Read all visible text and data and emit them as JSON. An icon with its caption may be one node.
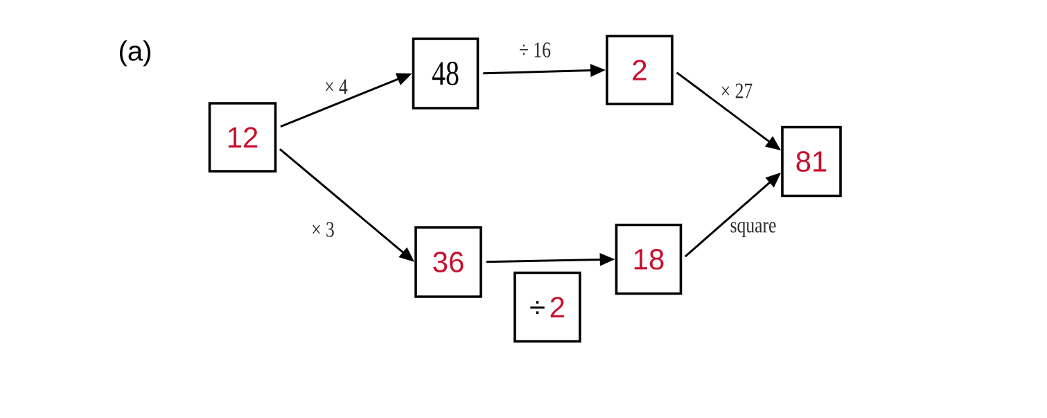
{
  "diagram": {
    "nodes": [
      {
        "text": [
          "12"
        ]
      },
      {
        "text": [
          "48"
        ]
      },
      {
        "text": [
          "2"
        ]
      },
      {
        "text": [
          "81"
        ]
      },
      {
        "text": [
          "36"
        ]
      },
      {
        "text": [
          "18"
        ]
      },
      {
        "text": [
          "÷",
          "2"
        ]
      }
    ],
    "edges": [
      {
        "from": 0,
        "to": 1,
        "arrow": "to",
        "label": "× 4"
      },
      {
        "from": 1,
        "to": 2,
        "arrow": "to",
        "label": "÷ 16"
      },
      {
        "from": 2,
        "to": 3,
        "arrow": "to",
        "label": "× 27"
      },
      {
        "from": 0,
        "to": 4,
        "arrow": "to",
        "label": "× 3"
      },
      {
        "from": 4,
        "to": 5,
        "arrow": "to"
      },
      {
        "from": 5,
        "to": 3,
        "arrow": "to",
        "label": "square"
      }
    ],
    "labels": [
      "(a)"
    ]
  }
}
